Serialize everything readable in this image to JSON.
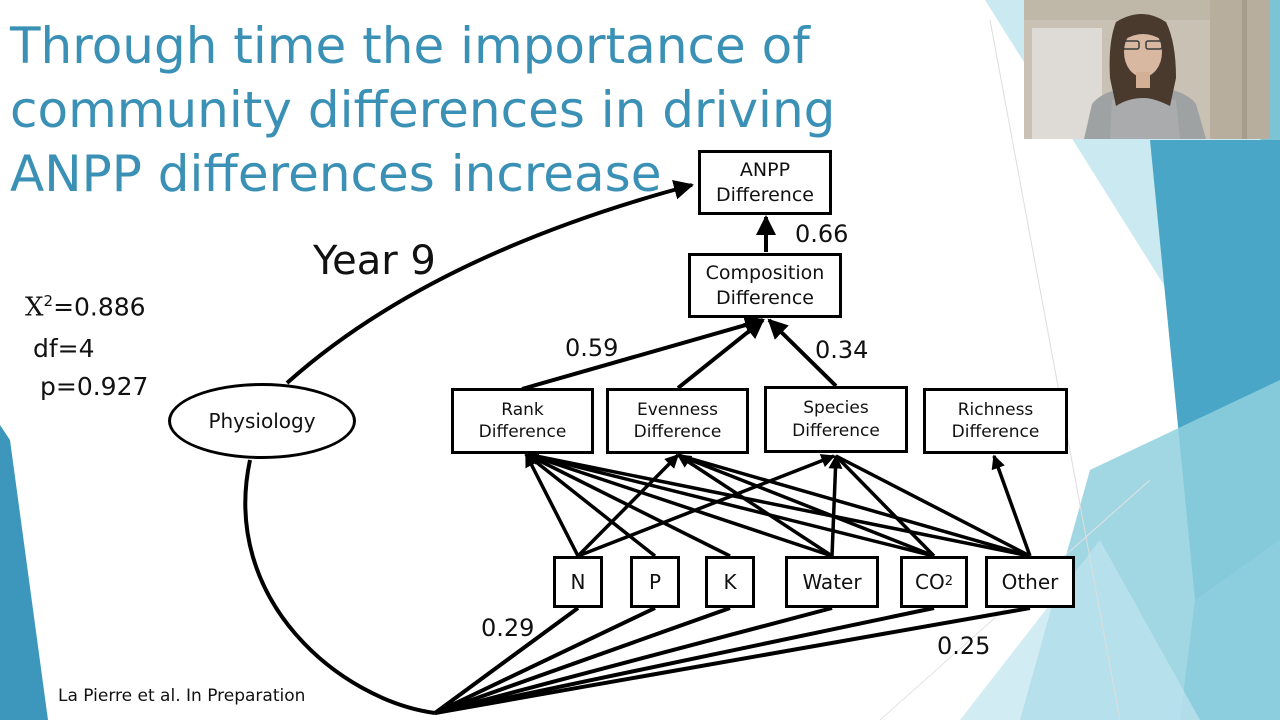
{
  "slide": {
    "title_lines": [
      "Through time the importance of",
      "community differences in driving",
      "ANPP differences increase"
    ],
    "year_label": "Year 9",
    "stats": {
      "chi_symbol": "X",
      "chi_exp": "2",
      "chi_value": "=0.886",
      "df": "df=4",
      "p": "p=0.927"
    },
    "citation": "La Pierre et al. In Preparation"
  },
  "diagram": {
    "nodes": {
      "anpp": "ANPP\nDifference",
      "composition": "Composition\nDifference",
      "rank": "Rank\nDifference",
      "evenness": "Evenness\nDifference",
      "species": "Species\nDifference",
      "richness": "Richness\nDifference",
      "physiology": "Physiology",
      "n": "N",
      "p": "P",
      "k": "K",
      "water": "Water",
      "co2_base": "CO",
      "co2_sub": "2",
      "other": "Other"
    },
    "coefficients": {
      "composition_to_anpp": "0.66",
      "rank_to_composition": "0.59",
      "species_to_composition": "0.34",
      "n_to_physiology": "0.29",
      "other_to_physiology": "0.25"
    }
  },
  "colors": {
    "title": "#3a91b5",
    "accent_blue": "#2f88b0",
    "accent_light": "#a8d8e8"
  },
  "webcam": {
    "icon": "person-video-icon"
  }
}
